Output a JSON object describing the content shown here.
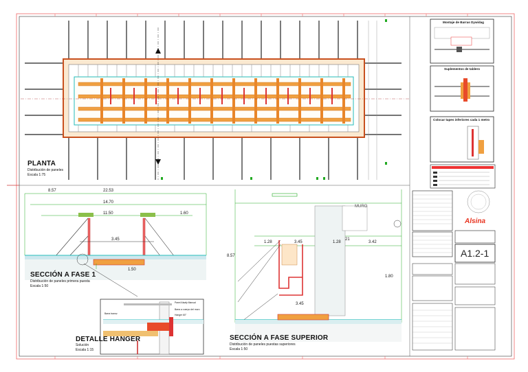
{
  "drawing": {
    "views": {
      "planta": {
        "title": "PLANTA",
        "subtitle": "Distribución de paneles",
        "scale": "Escala 1:75"
      },
      "fase1": {
        "title": "SECCIÓN A FASE 1",
        "subtitle": "Distribución de paneles primera puesta",
        "scale": "Escala 1:50"
      },
      "hanger": {
        "title": "DETALLE HANGER",
        "subtitle": "Solución",
        "scale": "Escala 1:15"
      },
      "fase_sup": {
        "title": "SECCIÓN A FASE SUPERIOR",
        "subtitle": "Distribución de paneles puestas superiores",
        "scale": "Escala 1:50"
      }
    },
    "dimensions": {
      "d1": "8.57",
      "d2": "22.53",
      "d3": "14.70",
      "d4": "11.50",
      "d5": "1.60",
      "d6": "3.45",
      "d7": "1.50",
      "d8": "8.57",
      "d9": "1.28",
      "d10": "3.45",
      "d11": "1.28",
      "d12": "3.42",
      "d13": "1.80",
      "d14": "3.45",
      "d15": "21"
    },
    "labels": {
      "muro": "MURO",
      "hanger_notes": [
        "Panel Alsafy Manual",
        "Barra a cuerpo del muro",
        "Hanger 60\"",
        "Barra transv."
      ]
    },
    "side_boxes": {
      "box1_title": "Montaje de Barras Dywidag",
      "box2_title": "Suplementos de tablero",
      "box3_title": "Colocar tapes inferiores cada 1 metro"
    },
    "title_block": {
      "logo": "Alsina",
      "sheet_number": "A1.2-1"
    }
  }
}
